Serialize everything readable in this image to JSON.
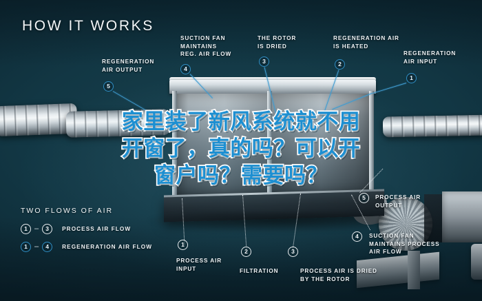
{
  "meta": {
    "background_color": "#0e2a33",
    "accent_blue": "#2f8fc6",
    "headline_fill": "#1d8fd1",
    "headline_stroke": "#ffffff",
    "text_color": "#eef3f6"
  },
  "title": "HOW IT WORKS",
  "headline": {
    "line1": "家里装了新风系统就不用",
    "line2": "开窗了，真的吗？可以开",
    "line3": "窗户吗？需要吗？"
  },
  "callouts_top": [
    {
      "number": "5",
      "label": "REGENERATION\nAIR OUTPUT",
      "style": "blue"
    },
    {
      "number": "4",
      "label": "SUCTION FAN\nMAINTAINS\nREG. AIR FLOW",
      "style": "blue"
    },
    {
      "number": "3",
      "label": "THE ROTOR\nIS DRIED",
      "style": "blue"
    },
    {
      "number": "2",
      "label": "REGENERATION AIR\nIS HEATED",
      "style": "blue"
    },
    {
      "number": "1",
      "label": "REGENERATION\nAIR INPUT",
      "style": "blue"
    }
  ],
  "callouts_bottom": [
    {
      "number": "1",
      "label": "PROCESS AIR\nINPUT",
      "style": "white"
    },
    {
      "number": "2",
      "label": "FILTRATION",
      "style": "white"
    },
    {
      "number": "3",
      "label": "PROCESS AIR IS DRIED\nBY THE ROTOR",
      "style": "white"
    },
    {
      "number": "4",
      "label": "SUCTION FAN\nMAINTAINS PROCESS\nAIR FLOW",
      "style": "white"
    },
    {
      "number": "5",
      "label": "PROCESS AIR\nOUTPUT",
      "style": "white"
    }
  ],
  "legend": {
    "title": "TWO FLOWS OF AIR",
    "dash": "–",
    "rows": [
      {
        "from": "1",
        "to": "3",
        "label": "PROCESS AIR FLOW",
        "style": "white"
      },
      {
        "from": "1",
        "to": "4",
        "label": "REGENERATION AIR FLOW",
        "style": "blue"
      }
    ]
  }
}
